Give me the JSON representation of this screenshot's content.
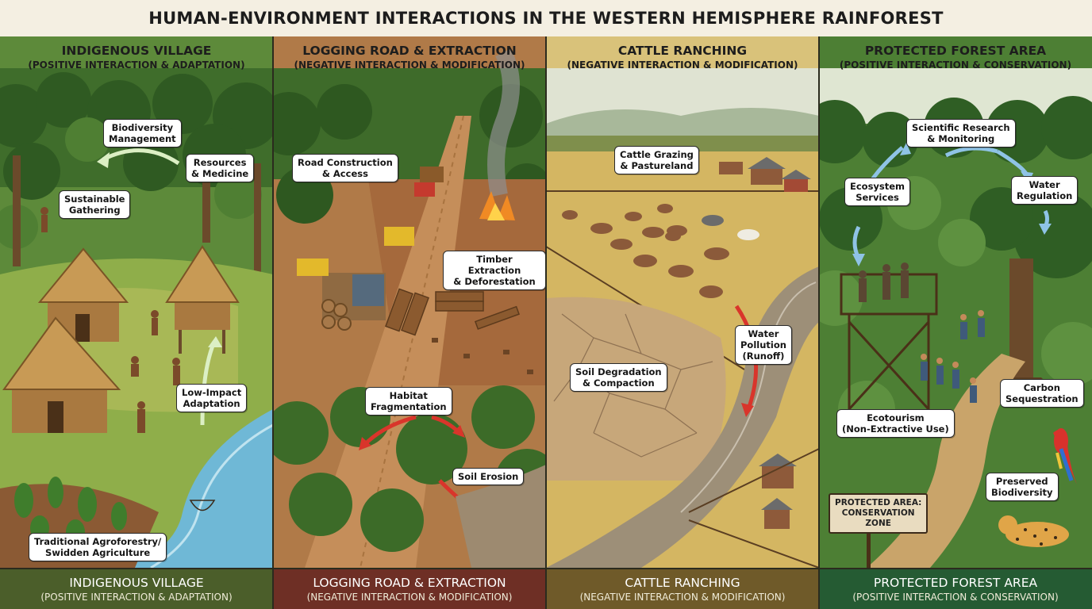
{
  "title": "HUMAN-ENVIRONMENT INTERACTIONS IN THE WESTERN HEMISPHERE RAINFOREST",
  "panels": [
    {
      "title": "INDIGENOUS VILLAGE",
      "subtitle": "(POSITIVE INTERACTION & ADAPTATION)",
      "callouts": [
        {
          "line1": "Biodiversity",
          "line2": "Management"
        },
        {
          "line1": "Resources",
          "line2": "& Medicine"
        },
        {
          "line1": "Sustainable",
          "line2": "Gathering"
        },
        {
          "line1": "Low-Impact",
          "line2": "Adaptation"
        },
        {
          "line1": "Traditional Agroforestry/",
          "line2": "Swidden Agriculture"
        }
      ]
    },
    {
      "title": "LOGGING ROAD & EXTRACTION",
      "subtitle": "(NEGATIVE INTERACTION & MODIFICATION)",
      "callouts": [
        {
          "line1": "Road Construction",
          "line2": "& Access"
        },
        {
          "line1": "Timber Extraction",
          "line2": "& Deforestation"
        },
        {
          "line1": "Habitat",
          "line2": "Fragmentation"
        },
        {
          "line1": "Soil Erosion",
          "line2": ""
        }
      ]
    },
    {
      "title": "CATTLE RANCHING",
      "subtitle": "(NEGATIVE INTERACTION & MODIFICATION)",
      "callouts": [
        {
          "line1": "Cattle Grazing",
          "line2": "& Pastureland"
        },
        {
          "line1": "Water",
          "line2": "Pollution",
          "line3": "(Runoff)"
        },
        {
          "line1": "Soil Degradation",
          "line2": "& Compaction"
        }
      ]
    },
    {
      "title": "PROTECTED FOREST AREA",
      "subtitle": "(POSITIVE INTERACTION & CONSERVATION)",
      "callouts": [
        {
          "line1": "Scientific Research",
          "line2": "& Monitoring"
        },
        {
          "line1": "Ecosystem",
          "line2": "Services"
        },
        {
          "line1": "Water",
          "line2": "Regulation"
        },
        {
          "line1": "Carbon",
          "line2": "Sequestration"
        },
        {
          "line1": "Ecotourism",
          "line2": "(Non-Extractive Use)"
        },
        {
          "line1": "Preserved",
          "line2": "Biodiversity"
        }
      ],
      "sign": {
        "line1": "PROTECTED AREA:",
        "line2": "CONSERVATION",
        "line3": "ZONE"
      }
    }
  ],
  "footer": [
    {
      "title": "INDIGENOUS VILLAGE",
      "subtitle": "(POSITIVE INTERACTION & ADAPTATION)"
    },
    {
      "title": "LOGGING ROAD & EXTRACTION",
      "subtitle": "(NEGATIVE INTERACTION & MODIFICATION)"
    },
    {
      "title": "CATTLE RANCHING",
      "subtitle": "(NEGATIVE INTERACTION & MODIFICATION)"
    },
    {
      "title": "PROTECTED FOREST AREA",
      "subtitle": "(POSITIVE INTERACTION & CONSERVATION)"
    }
  ],
  "colors": {
    "village_footer": "#4b5e2a",
    "logging_footer": "#6e2f25",
    "ranching_footer": "#6f5a29",
    "protected_footer": "#255b33",
    "positive_arrow": "#dcefc4",
    "negative_arrow": "#d9352b",
    "conservation_arrow": "#8fc3e6"
  }
}
